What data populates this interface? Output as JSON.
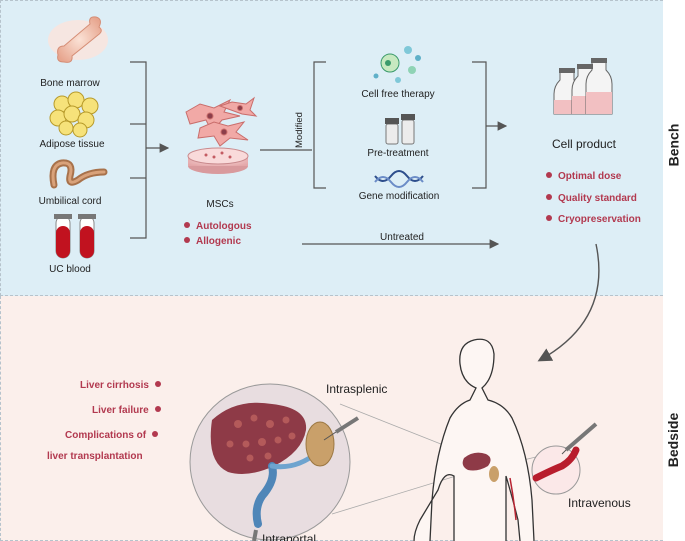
{
  "sources": {
    "bone_marrow": "Bone marrow",
    "adipose": "Adipose tissue",
    "umbilical": "Umbilical cord",
    "uc_blood": "UC blood"
  },
  "mscs": {
    "label": "MSCs",
    "types": [
      "Autologous",
      "Allogenic"
    ]
  },
  "modified_label": "Modified",
  "modifications": {
    "cell_free": "Cell free therapy",
    "pretreatment": "Pre-treatment",
    "gene": "Gene modification"
  },
  "untreated_label": "Untreated",
  "cell_product": {
    "title": "Cell product",
    "items": [
      "Optimal dose",
      "Quality standard",
      "Cryopreservation"
    ]
  },
  "sections": {
    "bench": "Bench",
    "bedside": "Bedside"
  },
  "indications": {
    "cirrhosis": "Liver cirrhosis",
    "failure": "Liver failure",
    "complications_1": "Complications of",
    "complications_2": "liver transplantation"
  },
  "routes": {
    "intrasplenic": "Intrasplenic",
    "intravenous": "Intravenous",
    "intraportal": "Intraportal"
  },
  "colors": {
    "bench_bg": "#ddeef6",
    "bedside_bg": "#fbefeb",
    "accent": "#b2394f"
  }
}
